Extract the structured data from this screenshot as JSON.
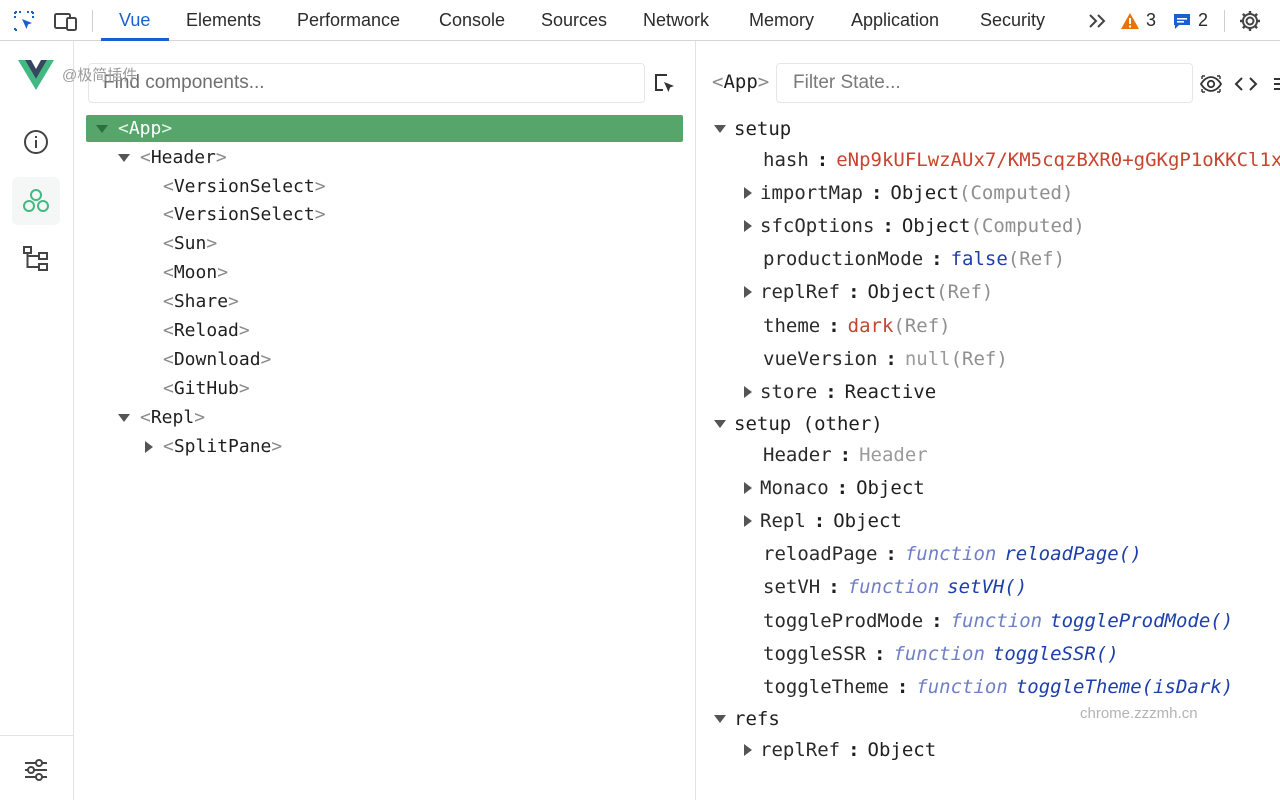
{
  "tabs": [
    {
      "label": "Vue",
      "active": true
    },
    {
      "label": "Elements"
    },
    {
      "label": "Performance"
    },
    {
      "label": "Console"
    },
    {
      "label": "Sources"
    },
    {
      "label": "Network"
    },
    {
      "label": "Memory"
    },
    {
      "label": "Application"
    },
    {
      "label": "Security"
    }
  ],
  "badges": {
    "warnings": "3",
    "messages": "2"
  },
  "colors": {
    "accent": "#1a5fd0",
    "vue_green": "#56a66b",
    "warning": "#e8710a"
  },
  "watermarks": {
    "left": "@极简插件",
    "right": "chrome.zzzmh.cn"
  },
  "tree": {
    "search_placeholder": "Find components...",
    "nodes": [
      "App",
      "Header",
      "VersionSelect",
      "VersionSelect",
      "Sun",
      "Moon",
      "Share",
      "Reload",
      "Download",
      "GitHub",
      "Repl",
      "SplitPane"
    ]
  },
  "state": {
    "title": "App",
    "filter_placeholder": "Filter State...",
    "sections": [
      "setup",
      "setup (other)",
      "refs"
    ],
    "setup": [
      {
        "key": "hash",
        "value": "eNp9kUFLwzAUx7/KM5cqzBXR0+gGKgP1oKKCl1x"
      },
      {
        "key": "importMap",
        "value": "Object",
        "tag": "(Computed)"
      },
      {
        "key": "sfcOptions",
        "value": "Object",
        "tag": "(Computed)"
      },
      {
        "key": "productionMode",
        "value": "false",
        "tag": "(Ref)"
      },
      {
        "key": "replRef",
        "value": "Object",
        "tag": "(Ref)"
      },
      {
        "key": "theme",
        "value": "dark",
        "tag": "(Ref)"
      },
      {
        "key": "vueVersion",
        "value": "null",
        "tag": "(Ref)"
      },
      {
        "key": "store",
        "value": "Reactive"
      }
    ],
    "other": [
      {
        "key": "Header",
        "value": "Header"
      },
      {
        "key": "Monaco",
        "value": "Object"
      },
      {
        "key": "Repl",
        "value": "Object"
      },
      {
        "key": "reloadPage",
        "fn": "function",
        "value": "reloadPage()"
      },
      {
        "key": "setVH",
        "fn": "function",
        "value": "setVH()"
      },
      {
        "key": "toggleProdMode",
        "fn": "function",
        "value": "toggleProdMode()"
      },
      {
        "key": "toggleSSR",
        "fn": "function",
        "value": "toggleSSR()"
      },
      {
        "key": "toggleTheme",
        "fn": "function",
        "value": "toggleTheme(isDark)"
      }
    ],
    "refs": [
      {
        "key": "replRef",
        "value": "Object"
      }
    ]
  }
}
